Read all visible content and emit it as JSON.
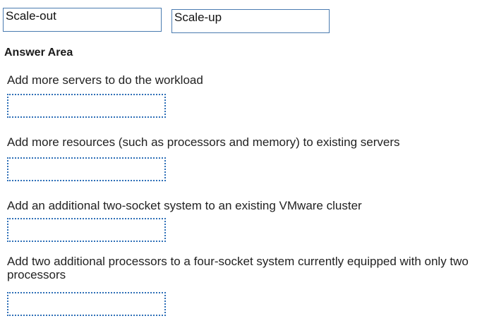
{
  "options": [
    {
      "label": "Scale-out"
    },
    {
      "label": "Scale-up"
    }
  ],
  "answer_area": {
    "title": "Answer Area",
    "items": [
      {
        "text": "Add more servers to do the workload",
        "answer": ""
      },
      {
        "text": "Add more resources (such as processors and memory) to existing servers",
        "answer": ""
      },
      {
        "text": "Add an additional two-socket system to an existing VMware cluster",
        "answer": ""
      },
      {
        "text": "Add two additional processors to a four-socket system currently equipped with only two processors",
        "answer": ""
      }
    ]
  },
  "colors": {
    "option_border": "#4a7bb0",
    "drop_zone_border": "#2e6fb7"
  }
}
